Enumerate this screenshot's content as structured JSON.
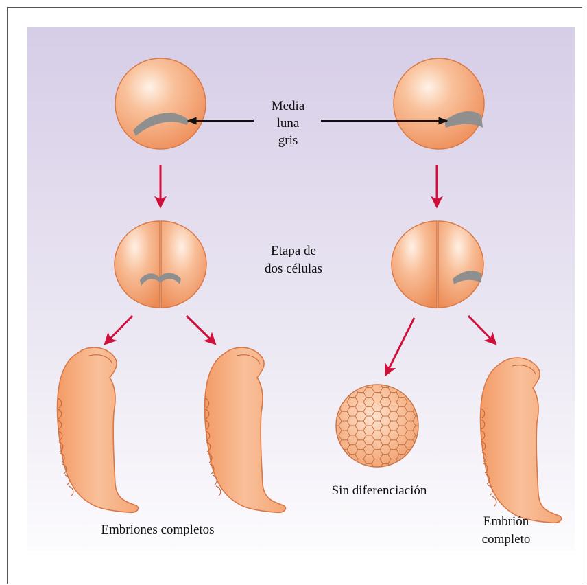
{
  "labels": {
    "gray_crescent_line1": "Media",
    "gray_crescent_line2": "luna",
    "gray_crescent_line3": "gris",
    "two_cell_line1": "Etapa de",
    "two_cell_line2": "dos células",
    "no_differentiation": "Sin diferenciación",
    "complete_embryos": "Embriones completos",
    "complete_embryo_line1": "Embrión",
    "complete_embryo_line2": "completo"
  },
  "colors": {
    "background_top": "#d8cfe8",
    "background_bottom": "#fbfafd",
    "cell_fill": "#f4a070",
    "cell_highlight": "#fde6d6",
    "crescent": "#8f8f8f",
    "arrow_red": "#d0103a",
    "arrow_black": "#111111",
    "embryo_fill": "#f5a777"
  }
}
